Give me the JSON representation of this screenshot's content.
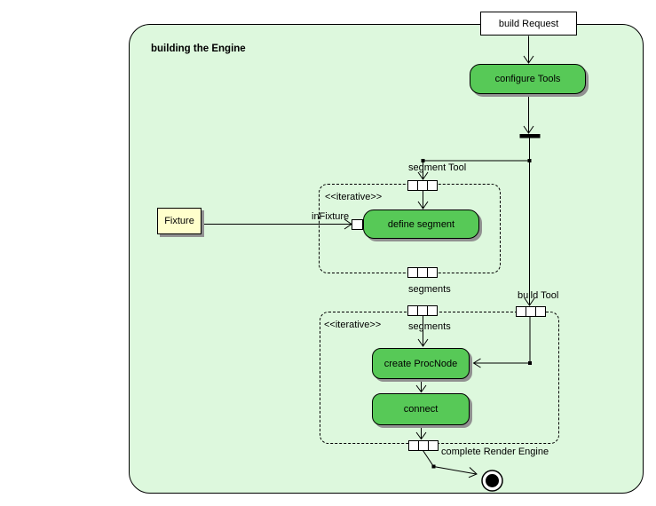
{
  "diagram": {
    "title": "building the Engine",
    "nodes": {
      "build_request": "build Request",
      "configure_tools": "configure Tools",
      "define_segment": "define segment",
      "create_procnode": "create ProcNode",
      "connect": "connect",
      "fixture": "Fixture"
    },
    "labels": {
      "segment_tool": "segment Tool",
      "iterative_region1": "<<iterative>>",
      "in_fixture": "inFixture",
      "segments_out": "segments",
      "segments_in": "segments",
      "build_tool": "build Tool",
      "iterative_region2": "<<iterative>>",
      "complete_render_engine": "complete Render Engine"
    },
    "colors": {
      "frame_bg": "#ddf8dd",
      "action_fill": "#57c957",
      "object_fill": "#ffffcc",
      "shadow": "#919191",
      "line": "#000000"
    }
  }
}
